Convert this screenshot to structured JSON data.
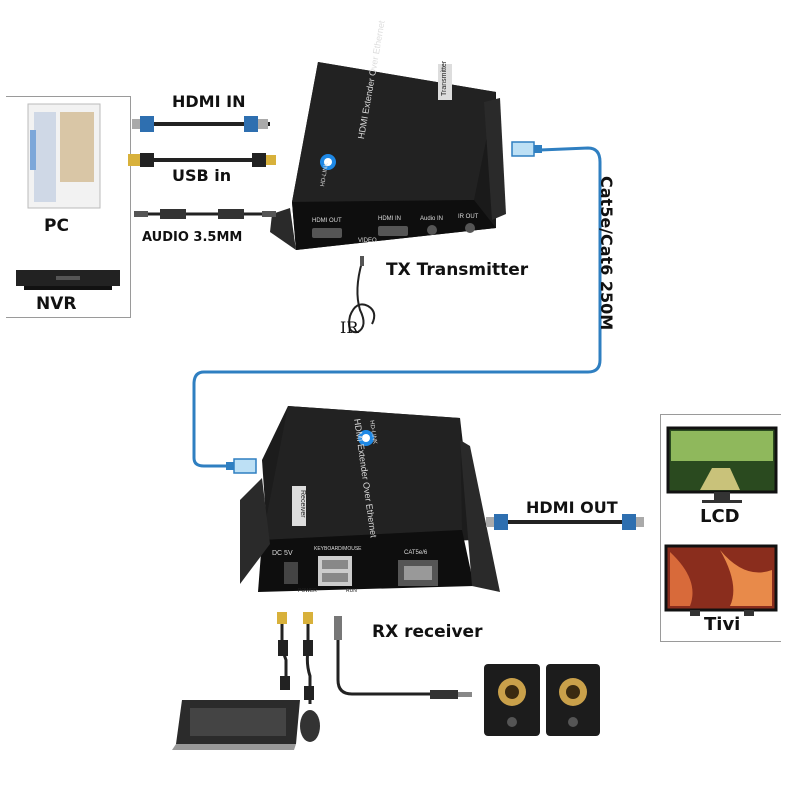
{
  "source_side": {
    "devices": [
      "PC",
      "NVR"
    ],
    "cables": {
      "hdmi": "HDMI IN",
      "usb": "USB in",
      "audio": "AUDIO 3.5MM"
    }
  },
  "transmitter": {
    "caption": "TX Transmitter",
    "ir_label": "IR",
    "top_text": "HDMI Extender Over Ethernet",
    "brand": "HD-LINK",
    "side_text": "Transmitter",
    "ports": [
      "HDMI OUT",
      "HDMI IN",
      "Audio IN",
      "IR OUT"
    ],
    "port_sub": "VIDEO"
  },
  "link": {
    "label": "Cat5e/Cat6 250M"
  },
  "receiver": {
    "caption": "RX receiver",
    "top_text": "HDMI Extender Over Ethernet",
    "brand": "HD-LINK",
    "side_text": "Receiver",
    "ports": [
      "DC 5V",
      "KEYBOARD/MOUSE",
      "CAT5e/6"
    ],
    "port_sub": [
      "POWER",
      "RUN"
    ]
  },
  "output_side": {
    "cable": "HDMI OUT",
    "displays": [
      "LCD",
      "Tivi"
    ]
  },
  "colors": {
    "device_body": "#111111",
    "cat_cable": "#2f7fc1",
    "hdmi_plug": "#38a8e0"
  }
}
